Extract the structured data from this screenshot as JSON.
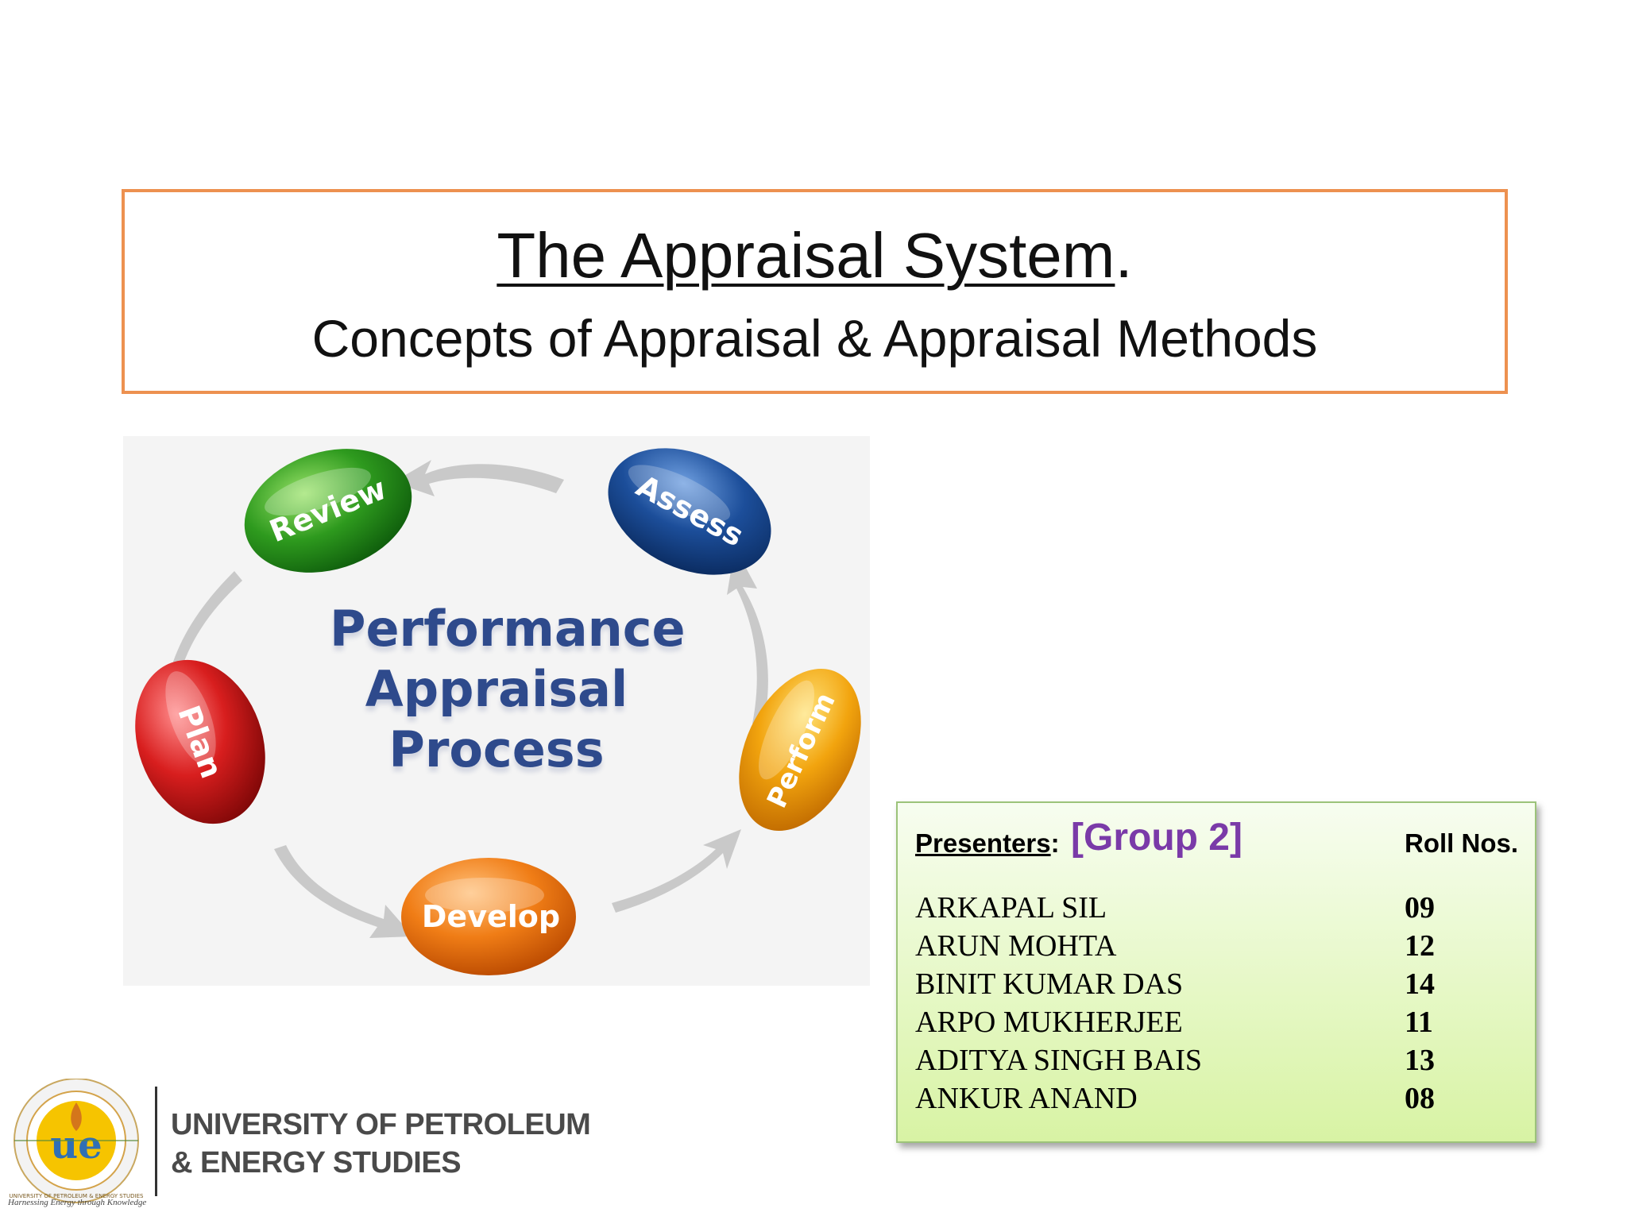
{
  "title": {
    "main": "The Appraisal System",
    "period": ".",
    "subtitle": "Concepts of Appraisal & Appraisal Methods"
  },
  "cycle": {
    "center": [
      "Performance",
      "Appraisal",
      "Process"
    ],
    "stages": [
      "Review",
      "Assess",
      "Perform",
      "Develop",
      "Plan"
    ],
    "colors": {
      "review": "#2e9a1e",
      "assess": "#1c4e9a",
      "perform": "#f2a40e",
      "develop": "#f07d16",
      "plan": "#d81e1e"
    }
  },
  "presenters": {
    "label": "Presenters",
    "colon": ":",
    "group": "[Group 2]",
    "roll_header": "Roll Nos.",
    "members": [
      {
        "name": "ARKAPAL SIL",
        "roll": "09"
      },
      {
        "name": "ARUN MOHTA",
        "roll": "12"
      },
      {
        "name": "BINIT KUMAR DAS",
        "roll": "14"
      },
      {
        "name": "ARPO MUKHERJEE",
        "roll": "11"
      },
      {
        "name": "ADITYA SINGH BAIS",
        "roll": "13"
      },
      {
        "name": "ANKUR ANAND",
        "roll": "08"
      }
    ]
  },
  "university": {
    "line1": "UNIVERSITY OF PETROLEUM",
    "line2": "& ENERGY STUDIES",
    "tagline": "Harnessing Energy through Knowledge",
    "logo_text": "ue",
    "logo_ring": "UNIVERSITY OF PETROLEUM & ENERGY STUDIES"
  },
  "accent_colors": {
    "title_border": "#ed9150",
    "group_text": "#7a3aa8",
    "center_text": "#2e4a8c"
  }
}
